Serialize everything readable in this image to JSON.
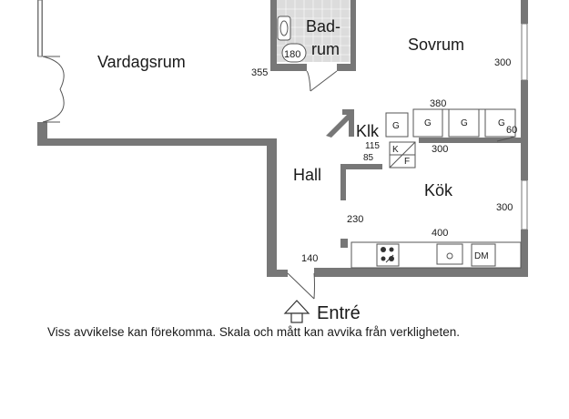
{
  "rooms": {
    "vardagsrum": "Vardagsrum",
    "badrum_line1": "Bad-",
    "badrum_line2": "rum",
    "sovrum": "Sovrum",
    "klk": "Klk",
    "hall": "Hall",
    "kok": "Kök"
  },
  "entrance_label": "Entré",
  "dimensions": {
    "d355": "355",
    "d180": "180",
    "d300_sovrum": "300",
    "d380": "380",
    "d60": "60",
    "d115": "115",
    "d85": "85",
    "d300_mid": "300",
    "d300_kok": "300",
    "d230": "230",
    "d400": "400",
    "d140": "140"
  },
  "fixtures": {
    "g1": "G",
    "g2": "G",
    "g3": "G",
    "g4": "G",
    "k": "K",
    "f": "F",
    "dm": "DM"
  },
  "disclaimer": "Viss avvikelse kan förekomma. Skala och mått kan avvika från verkligheten.",
  "colors": {
    "wall": "#7a7a7a",
    "wall_dark": "#6b6b6b",
    "bath_floor": "#d9d9d9",
    "line": "#4a4a4a"
  }
}
